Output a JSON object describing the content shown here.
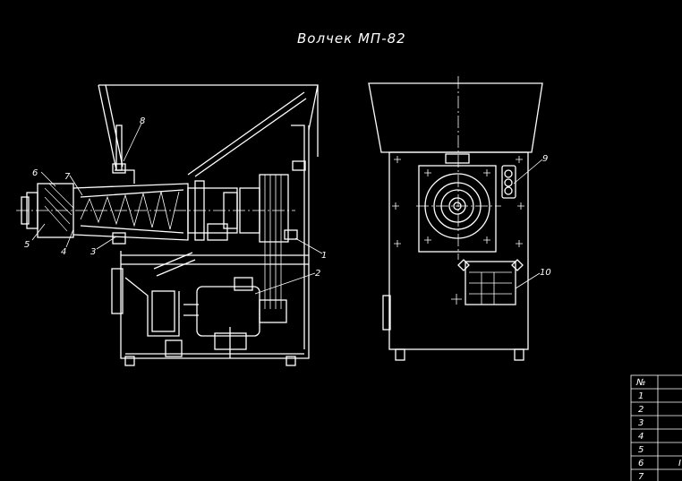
{
  "title": "Волчек МП-82",
  "callouts": {
    "c1": "1",
    "c2": "2",
    "c3": "3",
    "c4": "4",
    "c5": "5",
    "c6": "6",
    "c7": "7",
    "c8": "8",
    "c9": "9",
    "c10": "10"
  },
  "parts_table": {
    "header": "№",
    "rows": [
      "1",
      "2",
      "3",
      "4",
      "5",
      "6",
      "7"
    ],
    "row6_partial": "I"
  },
  "colors": {
    "background": "#000000",
    "lines": "#ffffff"
  }
}
